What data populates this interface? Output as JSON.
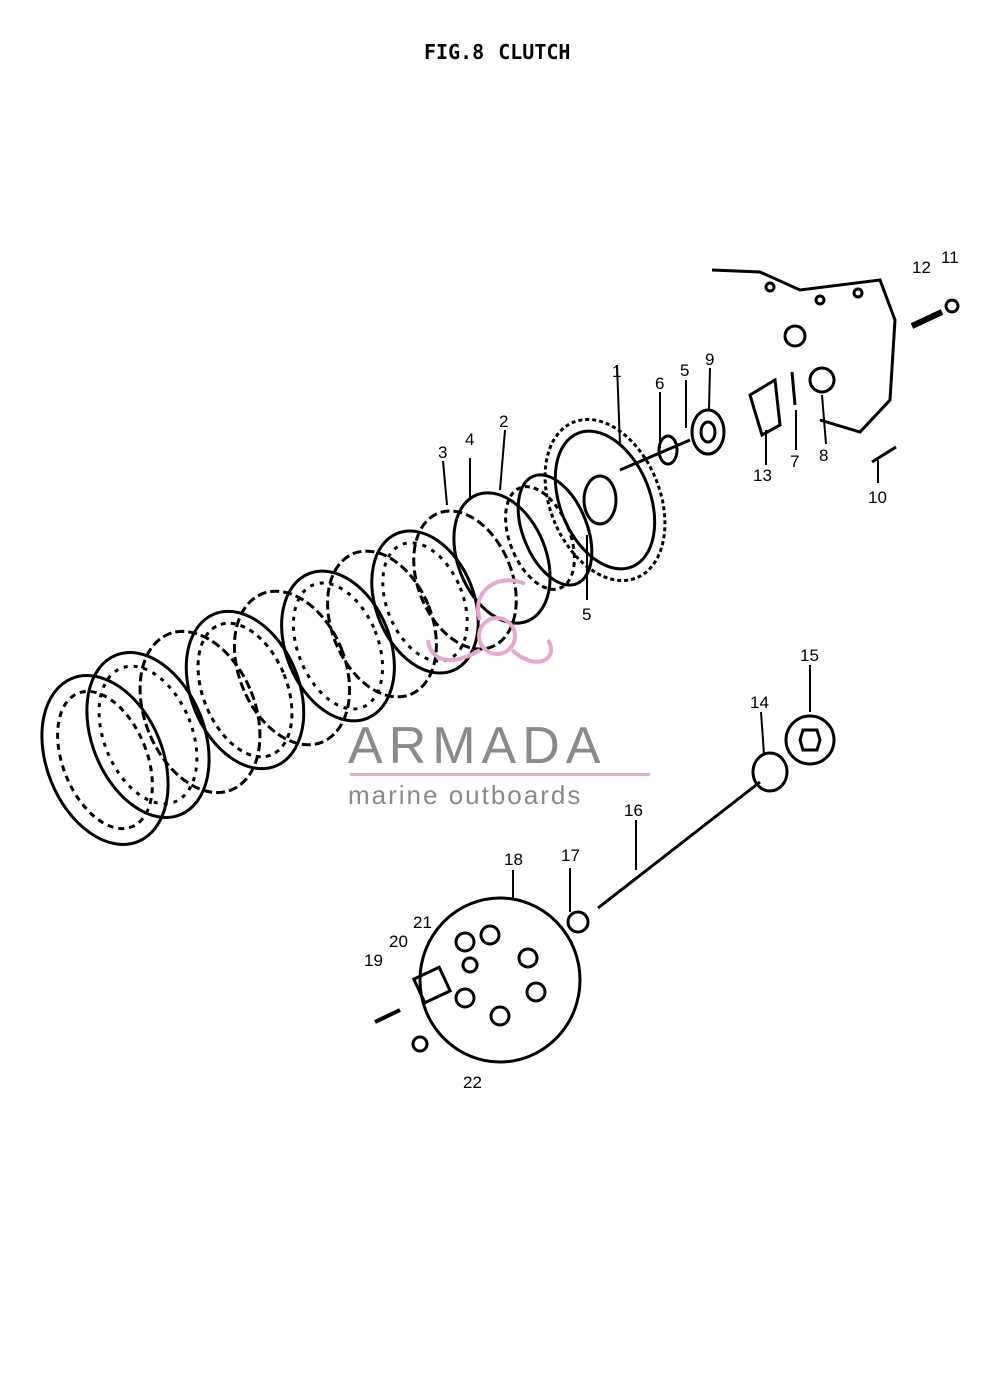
{
  "figure": {
    "fig_label": "FIG.8",
    "title": "CLUTCH"
  },
  "part_numbers": {
    "p1": "1",
    "p2": "2",
    "p3": "3",
    "p4": "4",
    "p5a": "5",
    "p5b": "5",
    "p6": "6",
    "p7": "7",
    "p8": "8",
    "p9": "9",
    "p10": "10",
    "p11": "11",
    "p12": "12",
    "p13": "13",
    "p14": "14",
    "p15": "15",
    "p16": "16",
    "p17": "17",
    "p18": "18",
    "p19": "19",
    "p20": "20",
    "p21": "21",
    "p22": "22"
  },
  "watermark": {
    "brand": "ARMADA",
    "tagline": "marine outboards",
    "color": "#e6a8cc"
  }
}
